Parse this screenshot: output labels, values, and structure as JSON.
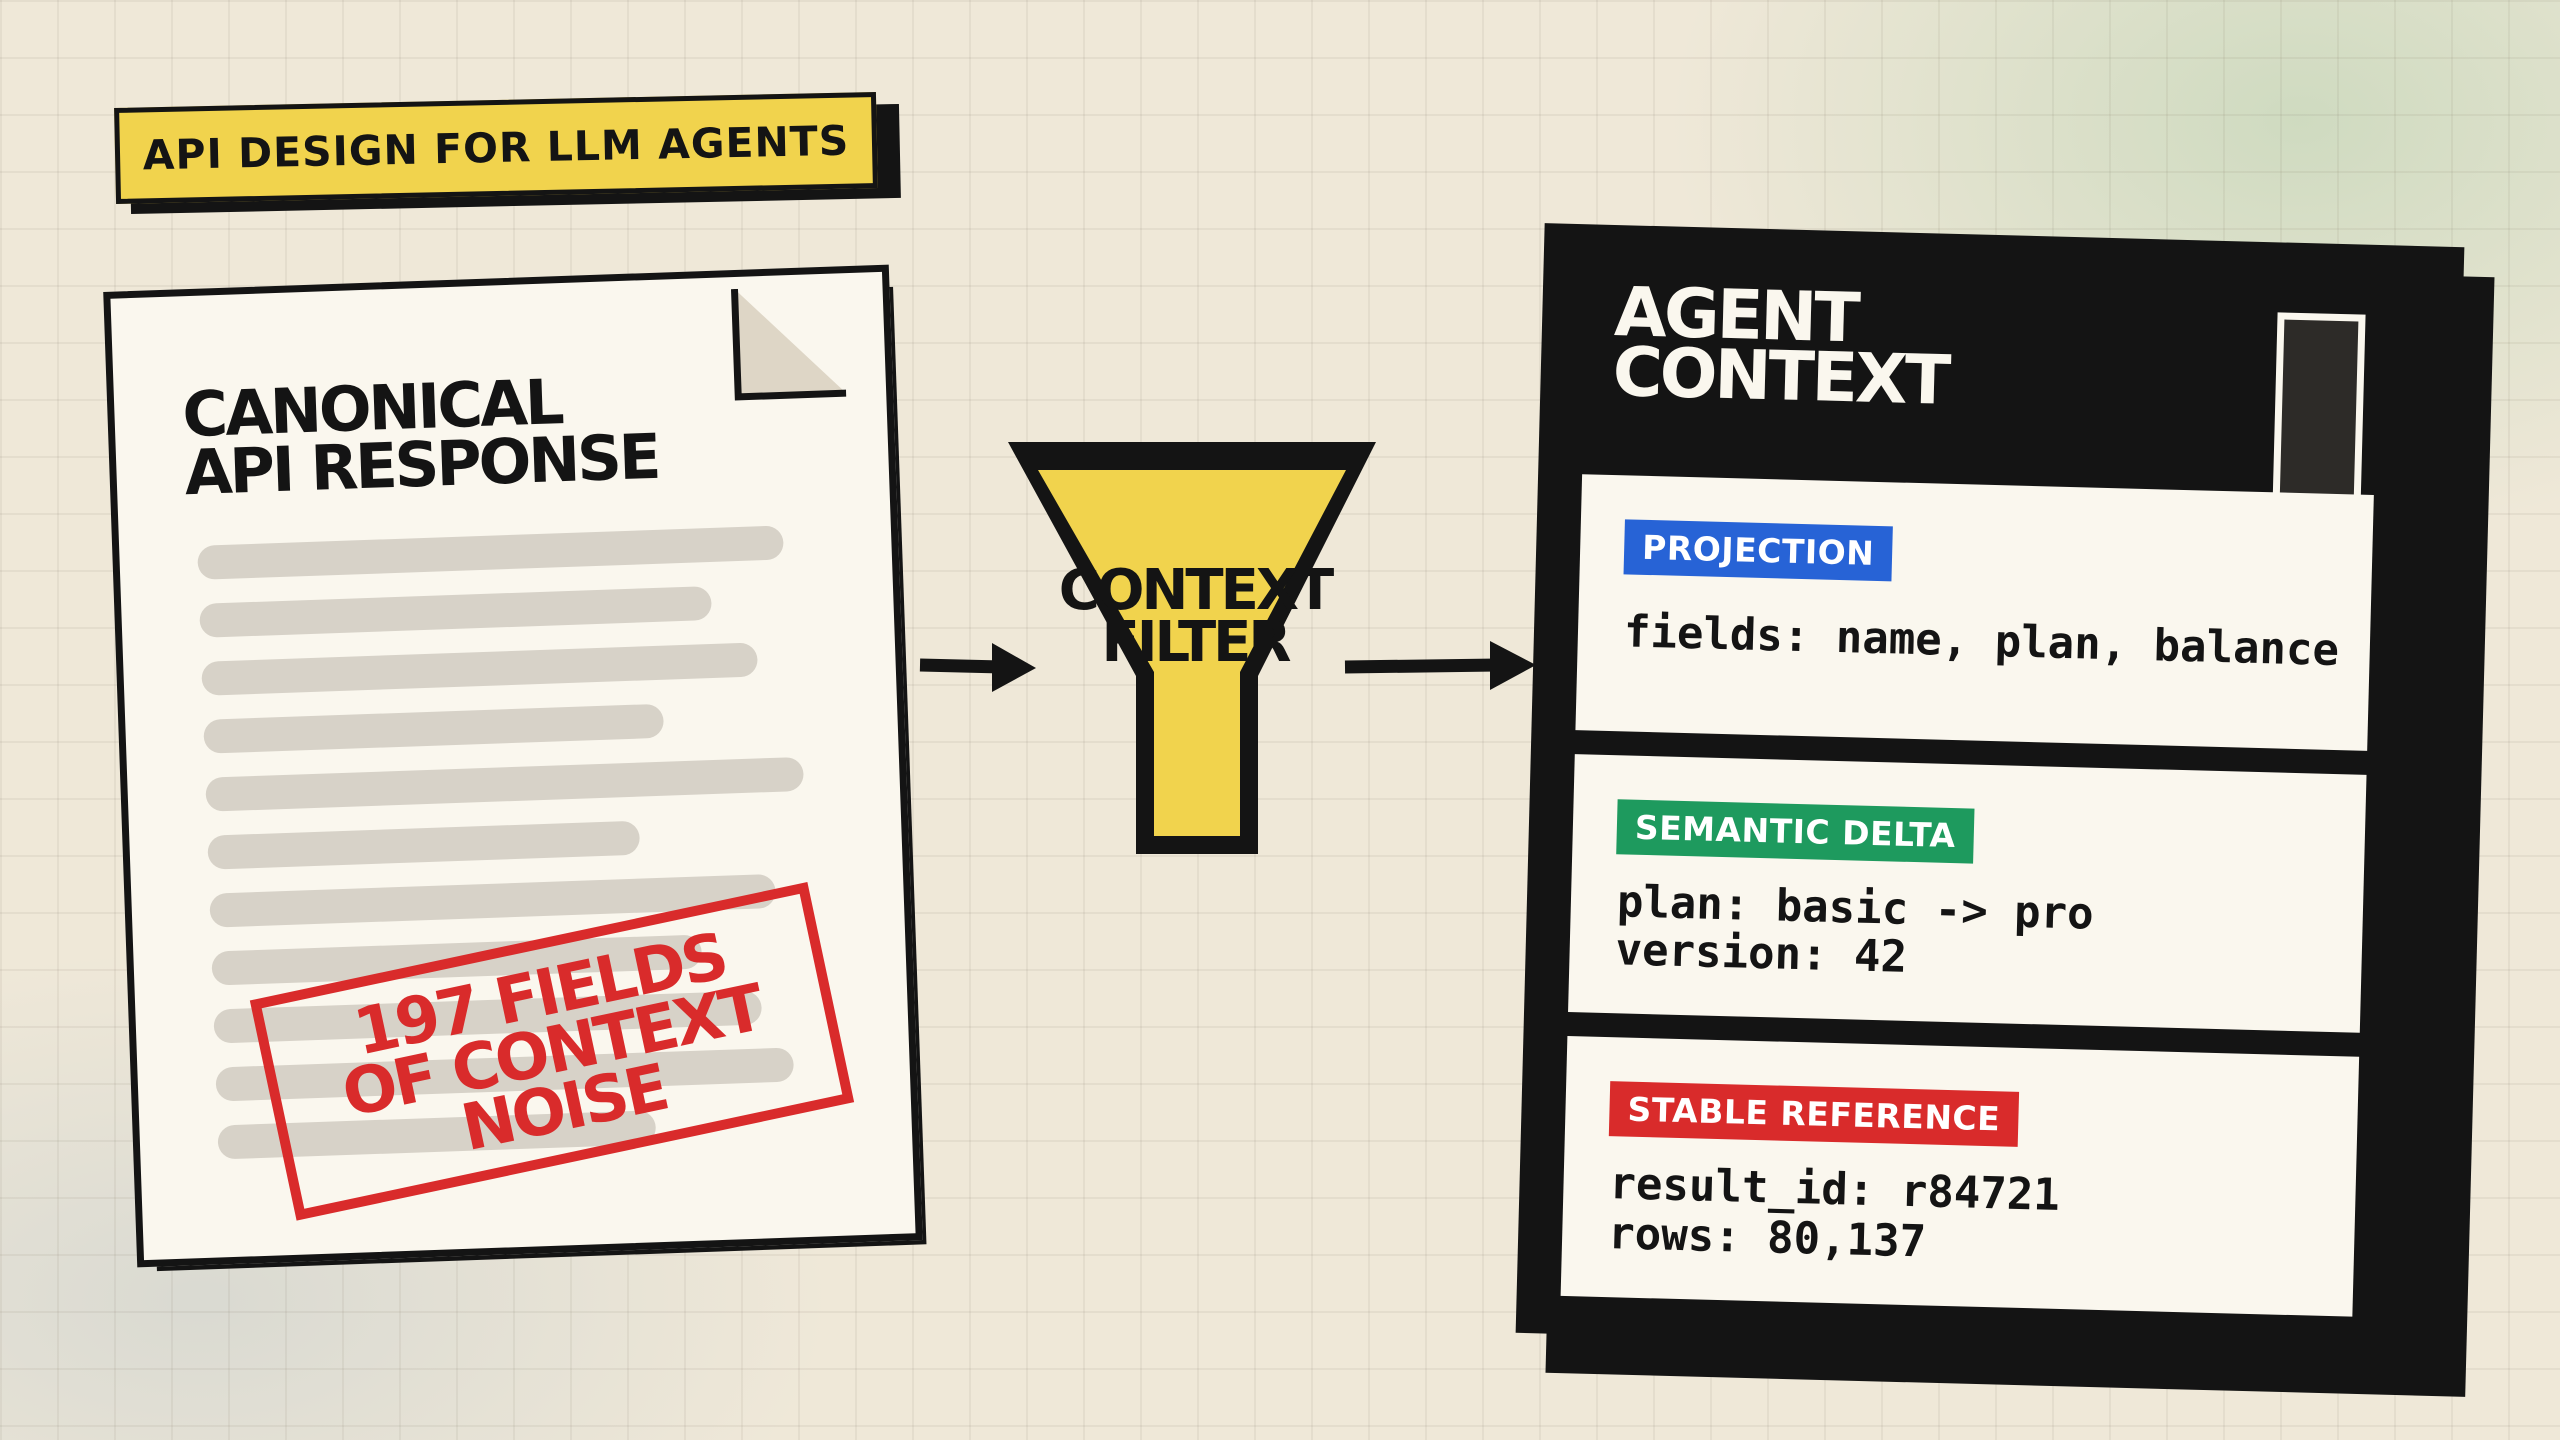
{
  "header": {
    "badge_text": "API DESIGN FOR LLM AGENTS"
  },
  "canonical_response": {
    "title_line1": "CANONICAL",
    "title_line2": "API RESPONSE",
    "stamp_line1": "197 FIELDS",
    "stamp_line2": "OF CONTEXT",
    "stamp_line3": "NOISE"
  },
  "filter": {
    "label_line1": "CONTEXT",
    "label_line2": "FILTER"
  },
  "agent_context": {
    "title_line1": "AGENT",
    "title_line2": "CONTEXT",
    "cards": [
      {
        "label": "PROJECTION",
        "label_color": "#2763d6",
        "lines": [
          "fields: name, plan, balance"
        ]
      },
      {
        "label": "SEMANTIC DELTA",
        "label_color": "#1e9a5e",
        "lines": [
          "plan: basic -> pro",
          "version: 42"
        ]
      },
      {
        "label": "STABLE REFERENCE",
        "label_color": "#d92b2b",
        "lines": [
          "result_id: r84721",
          "rows: 80,137"
        ]
      }
    ]
  },
  "colors": {
    "background": "#efe8d8",
    "ink": "#141414",
    "accent_yellow": "#f1d34d",
    "paper": "#faf7ee",
    "stamp_red": "#d92b2b",
    "placeholder_gray": "#d7d2c8"
  }
}
